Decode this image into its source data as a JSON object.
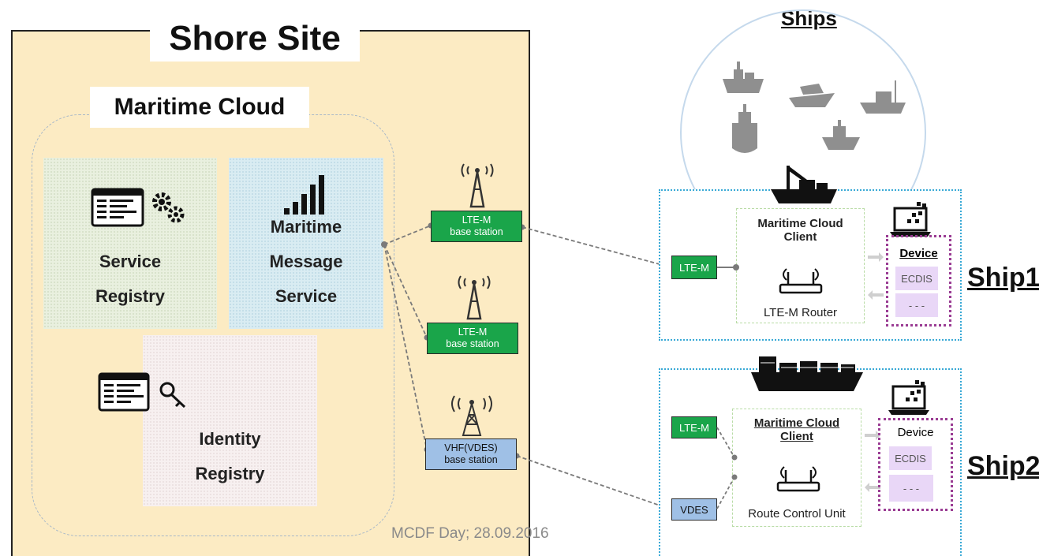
{
  "shore": {
    "title": "Shore Site"
  },
  "cloud": {
    "title": "Maritime Cloud"
  },
  "service_registry": {
    "line1": "Service",
    "line2": "Registry"
  },
  "message_service": {
    "line1": "Maritime",
    "line2": "Message",
    "line3": "Service"
  },
  "identity_registry": {
    "line1": "Identity",
    "line2": "Registry"
  },
  "stations": [
    {
      "line1": "LTE-M",
      "line2": "base station"
    },
    {
      "line1": "LTE-M",
      "line2": "base station"
    },
    {
      "line1": "VHF(VDES)",
      "line2": "base station"
    }
  ],
  "ships_title": "Ships",
  "ship1": {
    "name": "Ship1",
    "port": "LTE-M",
    "client_line1": "Maritime Cloud",
    "client_line2": "Client",
    "router": "LTE-M Router",
    "device_title": "Device",
    "device_items": [
      "ECDIS",
      "- - -"
    ]
  },
  "ship2": {
    "name": "Ship2",
    "port1": "LTE-M",
    "port2": "VDES",
    "client_line1": "Maritime Cloud",
    "client_line2": "Client",
    "router": "Route Control Unit",
    "device_title": "Device",
    "device_items": [
      "ECDIS",
      "- - -"
    ]
  },
  "footer": "MCDF Day; 28.09.2016"
}
